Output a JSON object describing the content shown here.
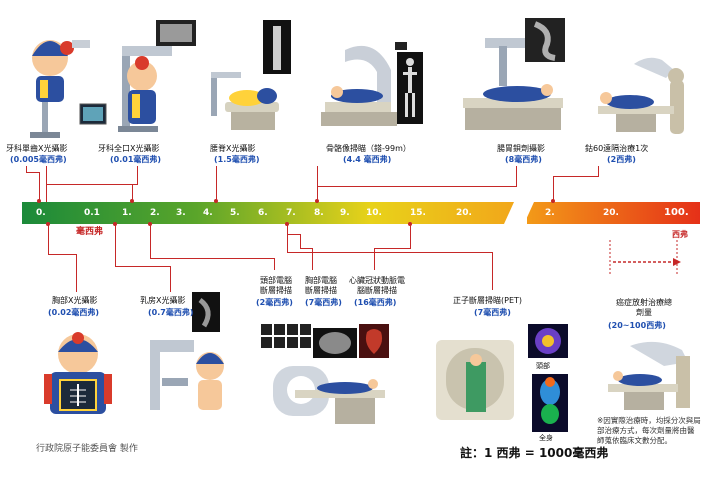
{
  "top_items": [
    {
      "label": "牙科單齒X光攝影",
      "dose": "(0.005毫西弗)"
    },
    {
      "label": "牙科全口X光攝影",
      "dose": "(0.01毫西弗)"
    },
    {
      "label": "腰脊X光攝影",
      "dose": "(1.5毫西弗)"
    },
    {
      "label": "骨骼像掃瞄（鎝-99m）",
      "dose": "(4.4 毫西弗)"
    },
    {
      "label": "腸胃鋇劑攝影",
      "dose": "(8毫西弗)"
    },
    {
      "label": "鈷60遠隔治療1次",
      "dose": "(2西弗)"
    }
  ],
  "scale": {
    "left_ticks": [
      "0.",
      "0.1",
      "1.",
      "2.",
      "3.",
      "4.",
      "5.",
      "6.",
      "7.",
      "8.",
      "9.",
      "10.",
      "15.",
      "20."
    ],
    "right_ticks": [
      "2.",
      "20.",
      "100."
    ],
    "left_unit": "毫西弗",
    "right_unit": "西弗"
  },
  "bottom_items": [
    {
      "label": "胸部X光攝影",
      "dose": "(0.02毫西弗)"
    },
    {
      "label": "乳房X光攝影",
      "dose": "(0.7毫西弗)"
    },
    {
      "label": "頭部電腦斷層掃描",
      "dose": "(2毫西弗)"
    },
    {
      "label": "胸部電腦斷層掃描",
      "dose": "(7毫西弗)"
    },
    {
      "label": "心臟冠狀動脈電腦斷層掃描",
      "dose": "(16毫西弗)"
    },
    {
      "label": "正子斷層掃瞄(PET)",
      "dose": "(7毫西弗)"
    },
    {
      "label": "癌症放射治療總劑量",
      "dose": "(20~100西弗)"
    }
  ],
  "pet_labels": {
    "head": "頭部",
    "body": "全身"
  },
  "credit": "行政院原子能委員會 製作",
  "footnote": "※因實際治療時，均採分次與局部治療方式，每次劑量將由醫師蒐依臨床文數分配。",
  "note_main": "註：1 西弗 = 1000毫西弗",
  "colors": {
    "scale_start": "#1b8a3a",
    "scale_mid": "#e8d21a",
    "scale_end": "#e53018",
    "link": "#c62828",
    "dose": "#1f4fb0"
  }
}
